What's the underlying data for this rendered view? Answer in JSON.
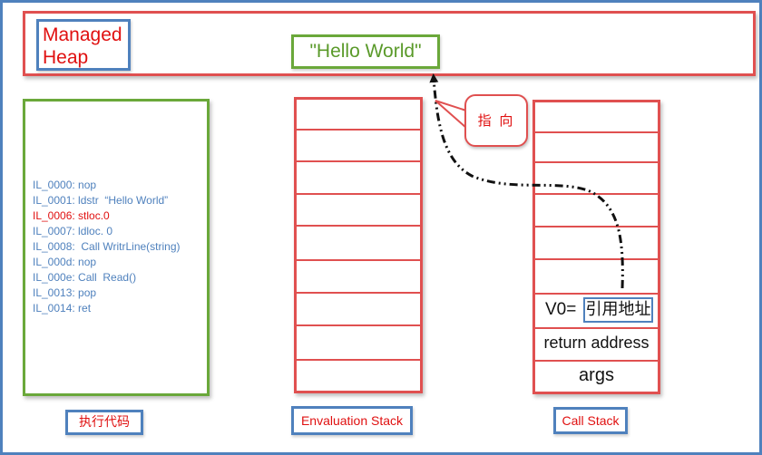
{
  "heap": {
    "label_line1": "Managed",
    "label_line2": "Heap",
    "object_value": "\"Hello World\""
  },
  "code": {
    "lines": [
      {
        "text": "IL_0000: nop",
        "highlight": false
      },
      {
        "text": "IL_0001: ldstr  “Hello World”",
        "highlight": false
      },
      {
        "text": "IL_0006: stloc.0",
        "highlight": true
      },
      {
        "text": "IL_0007: ldloc. 0",
        "highlight": false
      },
      {
        "text": "IL_0008:  Call WritrLine(string)",
        "highlight": false
      },
      {
        "text": "IL_000d: nop",
        "highlight": false
      },
      {
        "text": "IL_000e: Call  Read()",
        "highlight": false
      },
      {
        "text": "IL_0013: pop",
        "highlight": false
      },
      {
        "text": "IL_0014: ret",
        "highlight": false
      }
    ]
  },
  "callout": {
    "text": "指 向"
  },
  "call_stack": {
    "v0_label": "V0=",
    "v0_value": "引用地址",
    "return_address": "return address",
    "args": "args"
  },
  "labels": {
    "code": "执行代码",
    "eval_stack": "Envaluation  Stack",
    "call_stack": "Call Stack"
  },
  "colors": {
    "frame": "#4f81bd",
    "red_border": "#e05050",
    "green_border": "#6aa83a",
    "red_text": "#e01010",
    "blue_text": "#4f81bd"
  }
}
